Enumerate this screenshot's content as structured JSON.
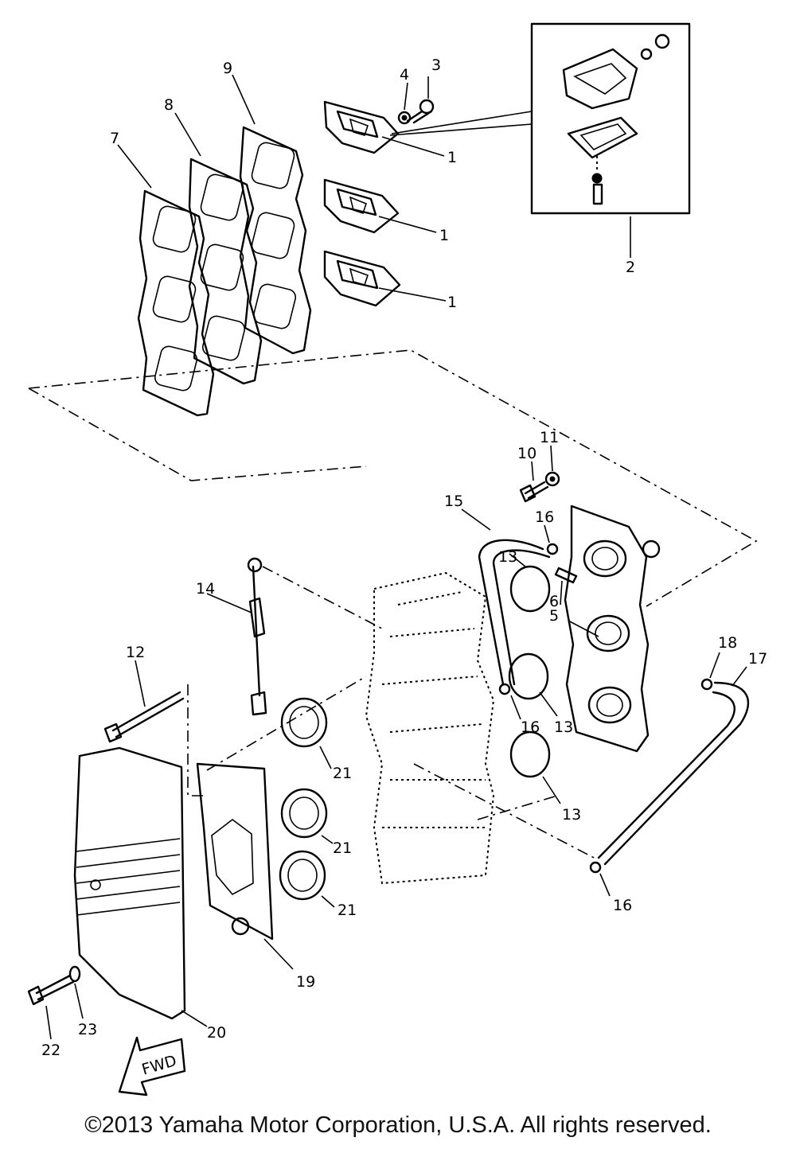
{
  "callouts": {
    "c1a": "1",
    "c1b": "1",
    "c1c": "1",
    "c2": "2",
    "c3": "3",
    "c4": "4",
    "c5": "5",
    "c6": "6",
    "c7": "7",
    "c8": "8",
    "c9": "9",
    "c10": "10",
    "c11": "11",
    "c12": "12",
    "c13a": "13",
    "c13b": "13",
    "c13c": "13",
    "c14": "14",
    "c15": "15",
    "c16a": "16",
    "c16b": "16",
    "c16c": "16",
    "c17": "17",
    "c18": "18",
    "c19": "19",
    "c20": "20",
    "c21a": "21",
    "c21b": "21",
    "c21c": "21",
    "c22": "22",
    "c23": "23"
  },
  "fwd_label": "FWD",
  "copyright": "©2013 Yamaha Motor Corporation, U.S.A. All rights reserved."
}
